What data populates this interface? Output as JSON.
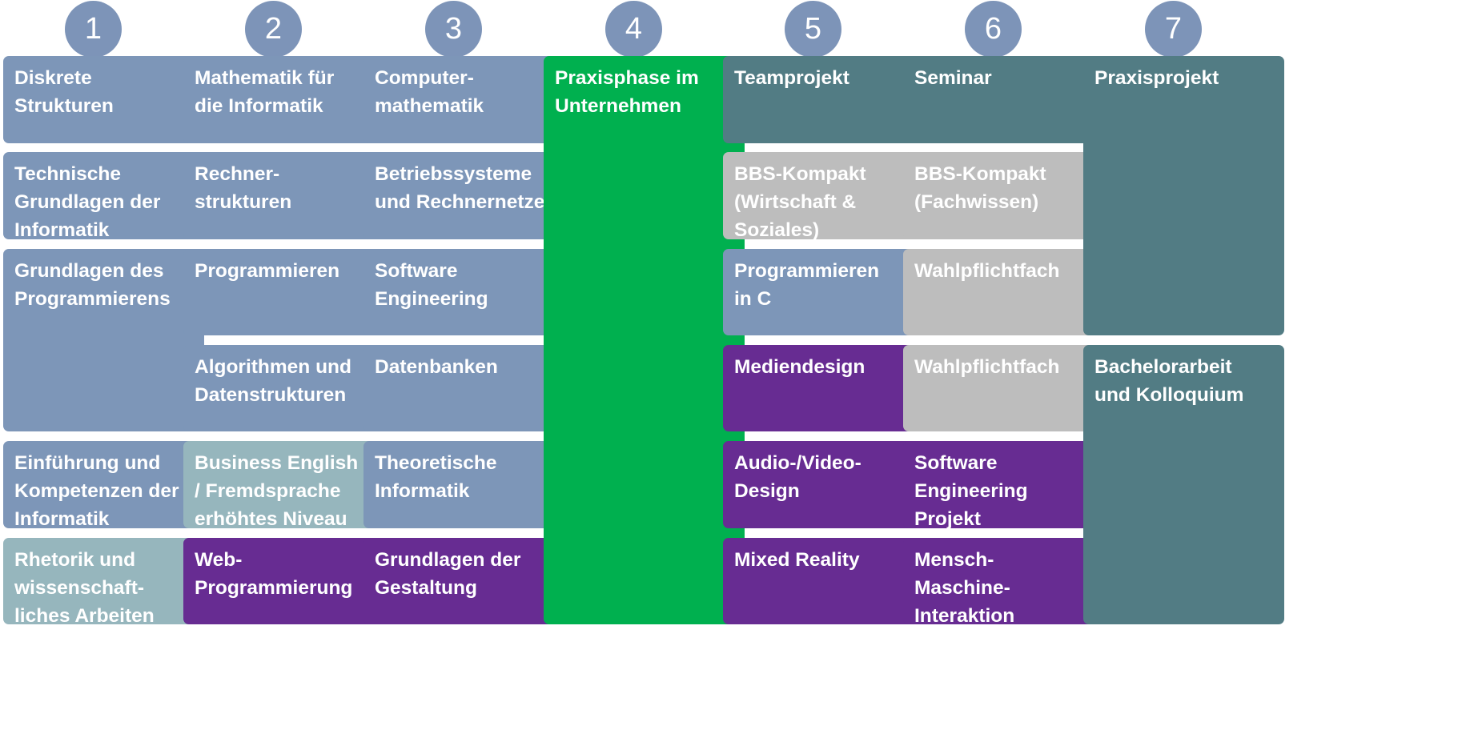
{
  "colors": {
    "circle": "#7d94b8",
    "core": "#7d96b8",
    "light": "#96b6bd",
    "elective": "#672c92",
    "practice": "#00b04f",
    "project": "#527c84",
    "grey": "#bdbdbd"
  },
  "semesters": [
    {
      "number": "1",
      "modules": [
        {
          "label": "Diskrete\nStrukturen",
          "kind": "core"
        },
        {
          "label": "Technische\nGrundlagen der\nInformatik",
          "kind": "core"
        },
        {
          "label": "Grundlagen des\nProgrammierens",
          "kind": "core"
        },
        {
          "label": "Einführung und\nKompetenzen der\nInformatik",
          "kind": "core"
        },
        {
          "label": "Rhetorik und\nwissenschaft-\nliches Arbeiten",
          "kind": "light"
        }
      ]
    },
    {
      "number": "2",
      "modules": [
        {
          "label": "Mathematik für\ndie Informatik",
          "kind": "core"
        },
        {
          "label": "Rechner-\nstrukturen",
          "kind": "core"
        },
        {
          "label": "Programmieren",
          "kind": "core"
        },
        {
          "label": "Algorithmen und\nDatenstrukturen",
          "kind": "core"
        },
        {
          "label": "Business English\n/ Fremdsprache\nerhöhtes Niveau",
          "kind": "light"
        },
        {
          "label": "Web-\nProgrammierung",
          "kind": "elective"
        }
      ]
    },
    {
      "number": "3",
      "modules": [
        {
          "label": "Computer-\nmathematik",
          "kind": "core"
        },
        {
          "label": "Betriebssysteme\nund Rechnernetze",
          "kind": "core"
        },
        {
          "label": "Software\nEngineering",
          "kind": "core"
        },
        {
          "label": "Datenbanken",
          "kind": "core"
        },
        {
          "label": "Theoretische\nInformatik",
          "kind": "core"
        },
        {
          "label": "Grundlagen der\nGestaltung",
          "kind": "elective"
        }
      ]
    },
    {
      "number": "4",
      "modules": [
        {
          "label": "Praxisphase im\nUnternehmen",
          "kind": "practice"
        }
      ]
    },
    {
      "number": "5",
      "modules": [
        {
          "label": "Teamprojekt",
          "kind": "project"
        },
        {
          "label": "BBS-Kompakt\n(Wirtschaft &\nSoziales)",
          "kind": "grey"
        },
        {
          "label": "Programmieren\nin C",
          "kind": "core"
        },
        {
          "label": "Mediendesign",
          "kind": "elective"
        },
        {
          "label": "Audio-/Video-\nDesign",
          "kind": "elective"
        },
        {
          "label": "Mixed Reality",
          "kind": "elective"
        }
      ]
    },
    {
      "number": "6",
      "modules": [
        {
          "label": "Seminar",
          "kind": "project"
        },
        {
          "label": "BBS-Kompakt\n(Fachwissen)",
          "kind": "grey"
        },
        {
          "label": "Wahlpflichtfach",
          "kind": "grey"
        },
        {
          "label": "Wahlpflichtfach",
          "kind": "grey"
        },
        {
          "label": "Software\nEngineering\nProjekt",
          "kind": "elective"
        },
        {
          "label": "Mensch-\nMaschine-\nInteraktion",
          "kind": "elective"
        }
      ]
    },
    {
      "number": "7",
      "modules": [
        {
          "label": "Praxisprojekt",
          "kind": "project"
        },
        {
          "label": "Bachelorarbeit\nund Kolloquium",
          "kind": "project"
        }
      ]
    }
  ]
}
